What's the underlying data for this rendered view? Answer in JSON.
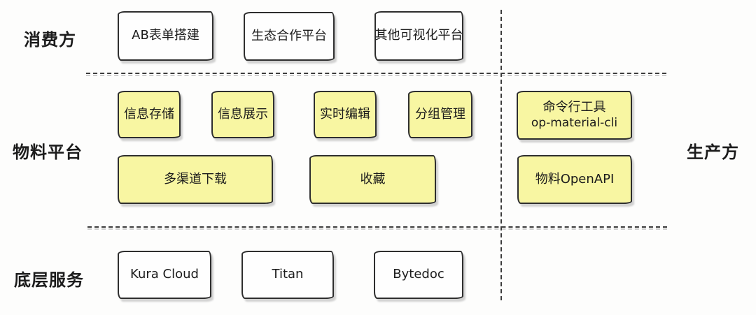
{
  "diagram": {
    "row_labels": {
      "consumer": "消费方",
      "platform": "物料平台",
      "producer": "生产方",
      "infra": "底层服务"
    },
    "consumer_boxes": [
      {
        "label": "AB表单搭建"
      },
      {
        "label": "生态合作平台"
      },
      {
        "label": "其他可视化平台"
      }
    ],
    "platform_feature_boxes": [
      {
        "label": "信息存储"
      },
      {
        "label": "信息展示"
      },
      {
        "label": "实时编辑"
      },
      {
        "label": "分组管理"
      }
    ],
    "platform_wide_boxes": [
      {
        "label": "多渠道下载"
      },
      {
        "label": "收藏"
      }
    ],
    "producer_boxes": [
      {
        "label_line1": "命令行工具",
        "label_line2": "op-material-cli"
      },
      {
        "label": "物料OpenAPI"
      }
    ],
    "infra_boxes": [
      {
        "label": "Kura Cloud"
      },
      {
        "label": "Titan"
      },
      {
        "label": "Bytedoc"
      }
    ],
    "colors": {
      "canvas_bg": "#FDFDFC",
      "yellow_box": "#F8F6A2",
      "white_box": "#FEFEFE",
      "border": "#2E2E2E",
      "text": "#1C1C1C",
      "dash_line": "#3C3C3C",
      "dash_shadow": "#CDCDCD"
    }
  }
}
